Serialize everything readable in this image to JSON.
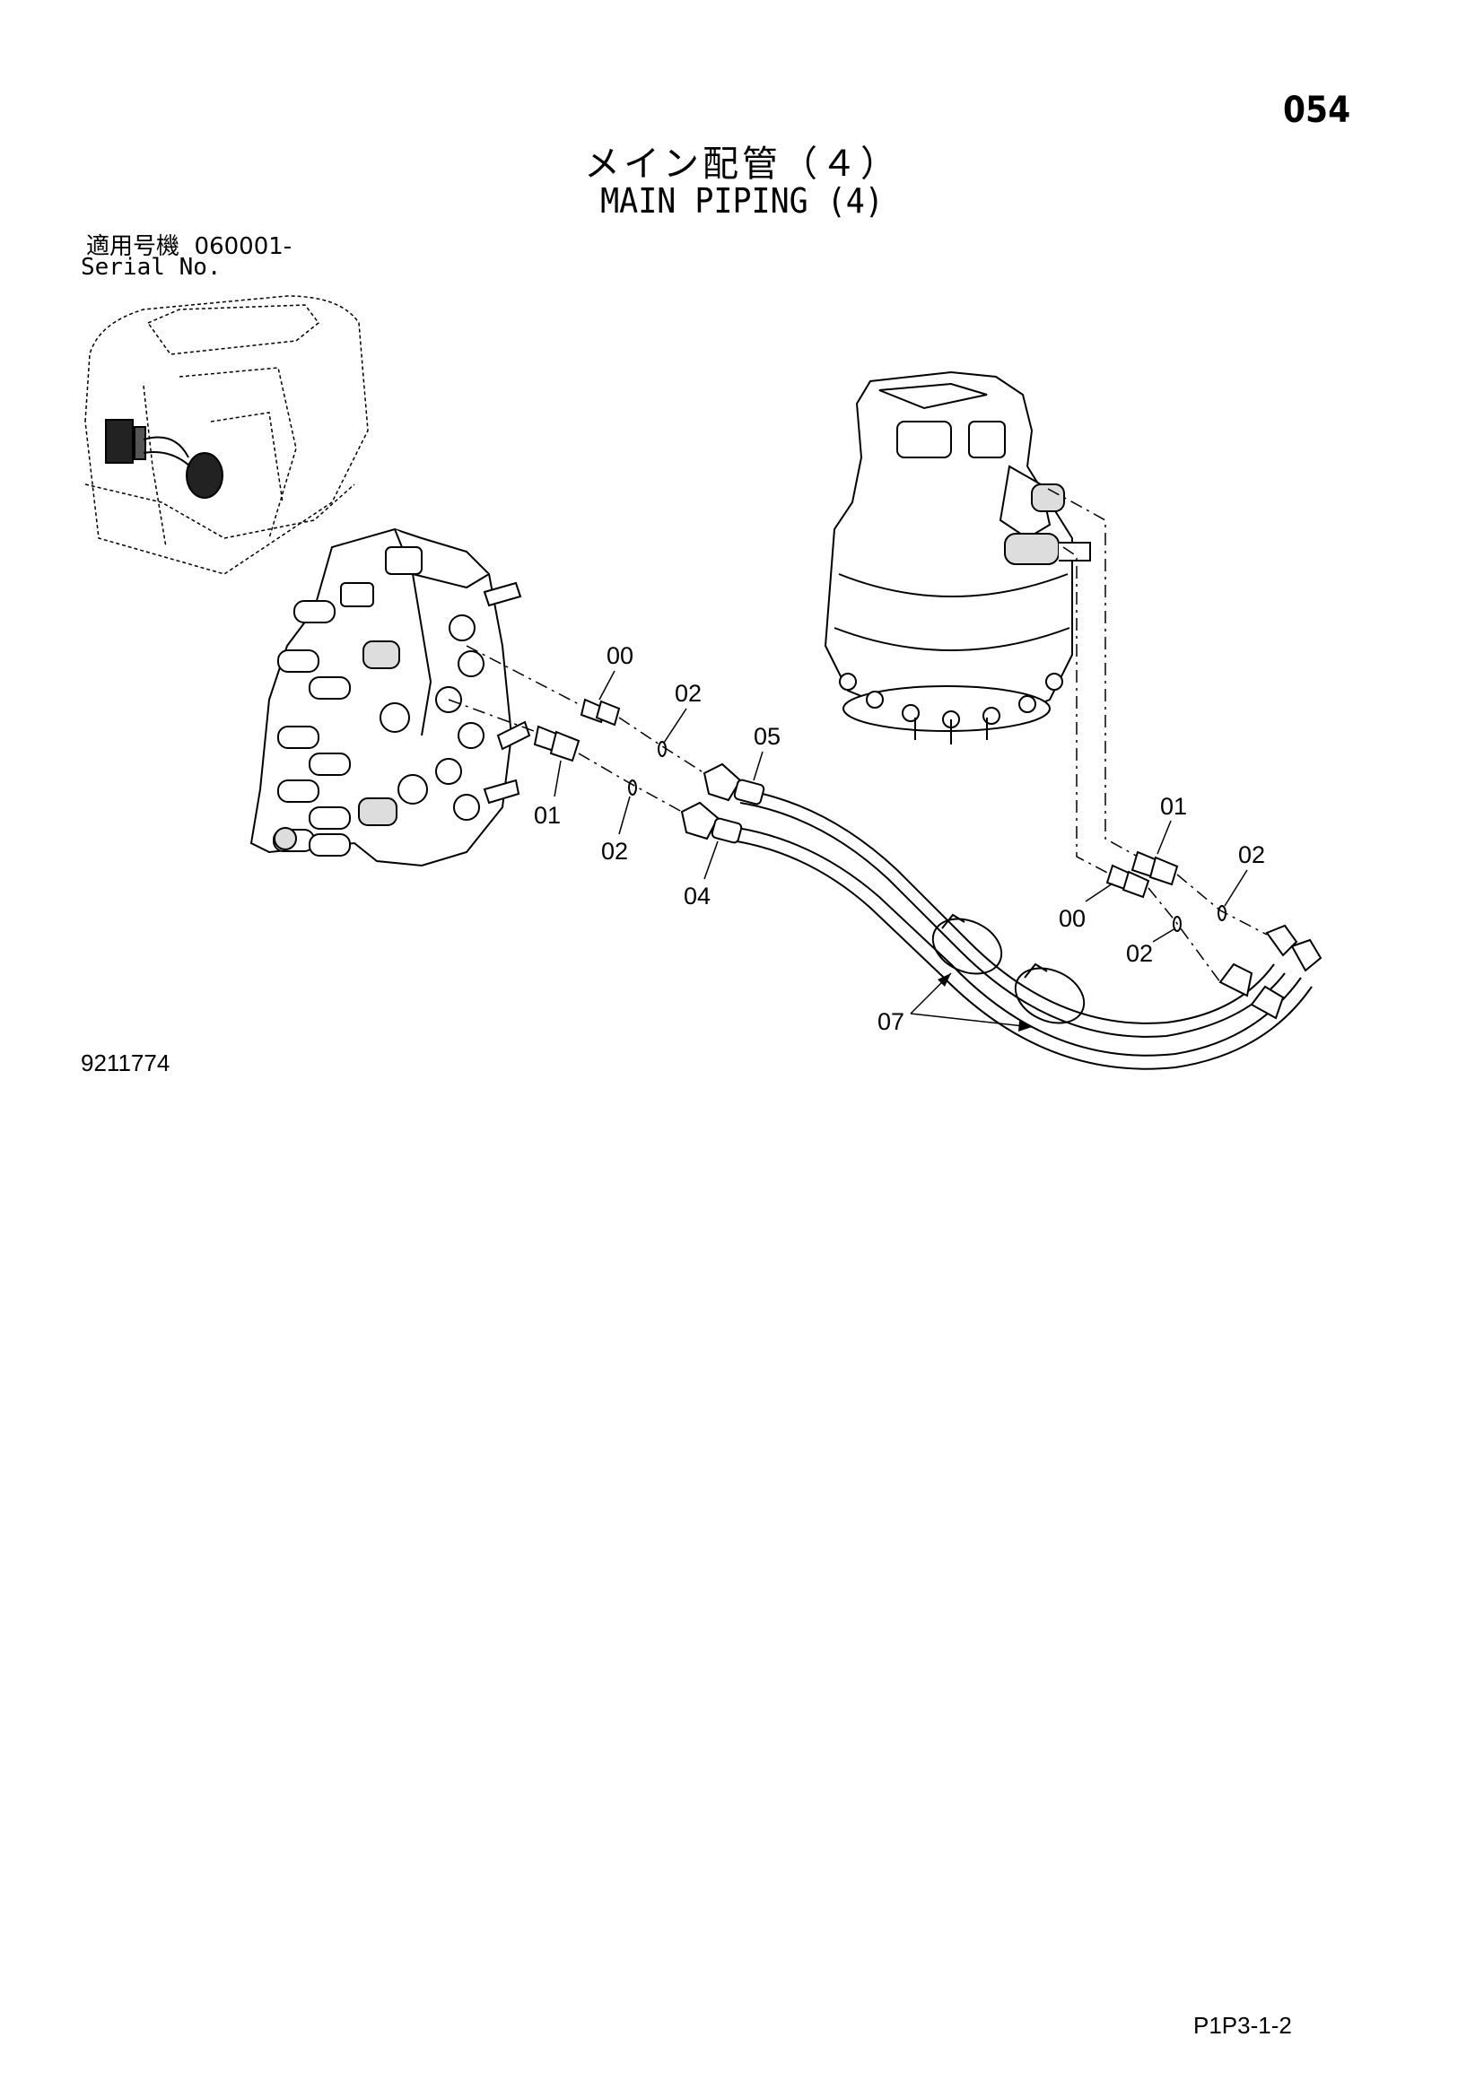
{
  "header": {
    "page_number": "054",
    "title_jp": "メイン配管（４）",
    "title_en": "MAIN PIPING (4)"
  },
  "serial": {
    "label_jp": "適用号機",
    "range": "060001-",
    "label_en": "Serial No."
  },
  "callouts": {
    "c00_left": "00",
    "c02_top_left": "02",
    "c05": "05",
    "c01_left": "01",
    "c02_mid_left": "02",
    "c04": "04",
    "c01_right": "01",
    "c02_right_upper": "02",
    "c00_right": "00",
    "c02_right_lower": "02",
    "c07": "07"
  },
  "footer": {
    "drawing_number": "9211774",
    "page_code": "P1P3-1-2"
  }
}
